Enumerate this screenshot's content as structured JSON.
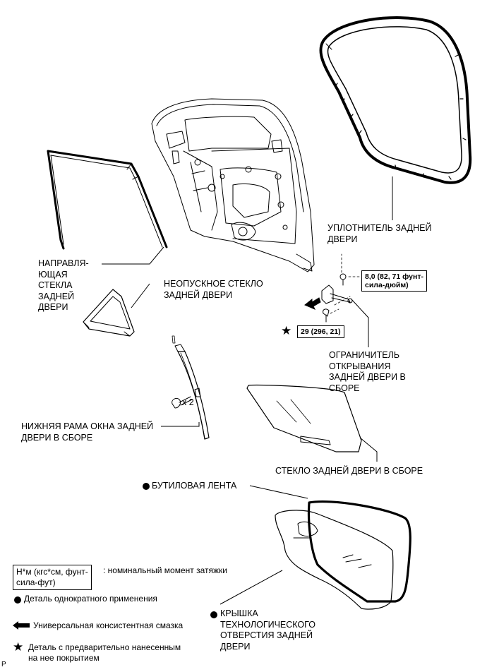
{
  "parts": {
    "rear_door_weatherstrip": "УПЛОТНИТЕЛЬ ЗАДНЕЙ\nДВЕРИ",
    "rear_door_glass_run": "НАПРАВЛЯ-\nЮЩАЯ\nСТЕКЛА\nЗАДНЕЙ\nДВЕРИ",
    "rear_door_quarter_glass": "НЕОПУСКНОЕ СТЕКЛО\nЗАДНЕЙ ДВЕРИ",
    "torque_8": "8,0 (82, 71 фунт-\nсила-дюйм)",
    "torque_29": "29 (296, 21)",
    "rear_door_check": "ОГРАНИЧИТЕЛЬ\nОТКРЫВАНИЯ\nЗАДНЕЙ ДВЕРИ В\nСБОРЕ",
    "bolt_count": "x 2",
    "rear_door_division_bar": "НИЖНЯЯ РАМА ОКНА ЗАДНЕЙ\nДВЕРИ В СБОРЕ",
    "rear_door_glass": "СТЕКЛО ЗАДНЕЙ ДВЕРИ В СБОРЕ",
    "butyl_tape": "БУТИЛОВАЯ ЛЕНТА",
    "service_hole_cover": "КРЫШКА\nТЕХНОЛОГИЧЕСКОГО\nОТВЕРСТИЯ ЗАДНЕЙ\nДВЕРИ"
  },
  "legend": {
    "torque_unit_box": "Н*м (кгс*см, фунт-\nсила-фут)",
    "torque_unit_desc": ": номинальный момент затяжки",
    "non_reusable": "Деталь однократного применения",
    "grease": "Универсальная консистентная смазка",
    "precoated": "Деталь с предварительно нанесенным\nна нее покрытием"
  },
  "corner_mark": "P"
}
